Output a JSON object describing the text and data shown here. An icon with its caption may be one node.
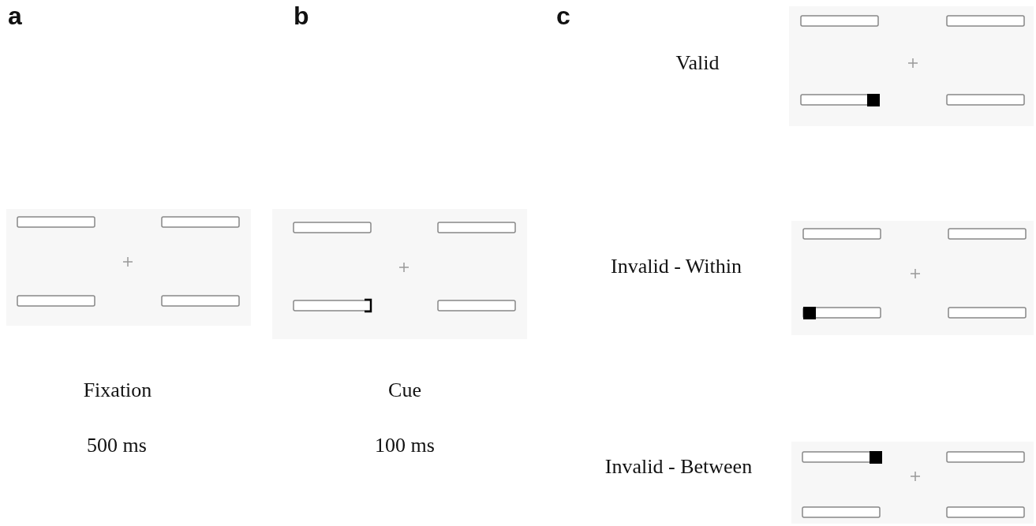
{
  "diagram": {
    "labels": [
      "a",
      "b",
      "c",
      "Valid",
      "Invalid - Within",
      "Fixation",
      "Cue",
      "500 ms",
      "100 ms",
      "Invalid - Between"
    ]
  }
}
